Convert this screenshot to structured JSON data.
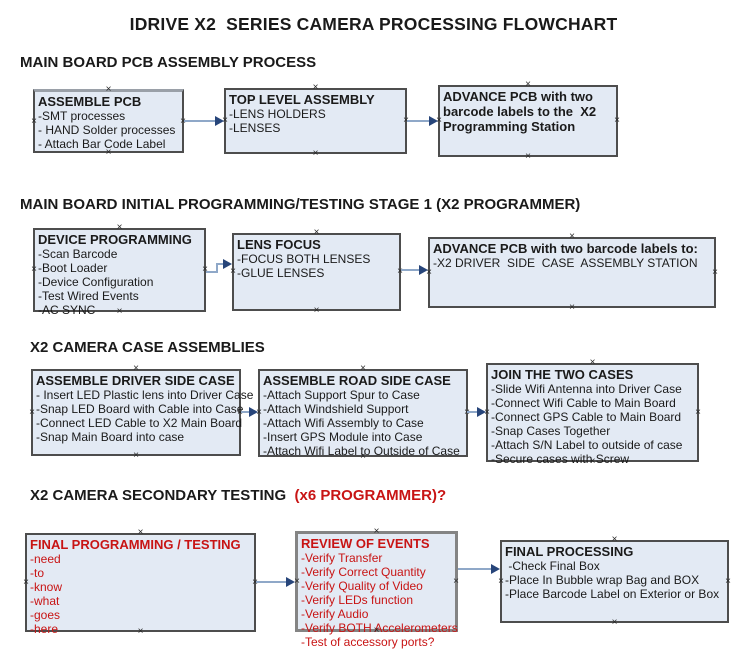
{
  "title": "IDRIVE X2  SERIES CAMERA PROCESSING FLOWCHART",
  "colors": {
    "box_fill": "#e3eaf4",
    "box_border": "#4d4d4d",
    "red": "#c81414",
    "arrow_line": "#8fa8c8",
    "arrow_head": "#27457a",
    "ink": "#1a1a1a"
  },
  "connection_point_glyph": "×",
  "sections": [
    {
      "header": "MAIN BOARD PCB ASSEMBLY PROCESS",
      "boxes": [
        {
          "title": "ASSEMBLE PCB",
          "items": [
            "-SMT processes",
            "- HAND Solder processes",
            "- Attach Bar Code Label"
          ]
        },
        {
          "title": "TOP LEVEL ASSEMBLY",
          "items": [
            "-LENS HOLDERS",
            "-LENSES"
          ]
        },
        {
          "title": "ADVANCE PCB with two barcode labels to the  X2 Programming Station",
          "items": []
        }
      ]
    },
    {
      "header": "MAIN BOARD INITIAL PROGRAMMING/TESTING STAGE 1 (X2 PROGRAMMER)",
      "boxes": [
        {
          "title": "DEVICE PROGRAMMING",
          "items": [
            "-Scan Barcode",
            "-Boot Loader",
            "-Device Configuration",
            "-Test Wired Events",
            "-AC SYNC"
          ]
        },
        {
          "title": "LENS FOCUS",
          "items": [
            "-FOCUS BOTH LENSES",
            "-GLUE LENSES"
          ]
        },
        {
          "title": "ADVANCE PCB with two barcode labels to:",
          "items": [
            "-X2 DRIVER  SIDE  CASE  ASSEMBLY STATION"
          ]
        }
      ]
    },
    {
      "header": "X2 CAMERA CASE ASSEMBLIES",
      "boxes": [
        {
          "title": "ASSEMBLE DRIVER SIDE CASE",
          "items": [
            "- Insert LED Plastic lens into Driver Case",
            "-Snap LED Board with Cable into Case",
            "-Connect LED Cable to X2 Main Board",
            "-Snap Main Board into case"
          ]
        },
        {
          "title": "ASSEMBLE ROAD SIDE CASE",
          "items": [
            "-Attach Support Spur to Case",
            "-Attach Windshield Support",
            "-Attach Wifi Assembly to Case",
            "-Insert GPS Module into Case",
            "-Attach Wifi Label to Outside of Case"
          ]
        },
        {
          "title": "JOIN THE TWO CASES",
          "items": [
            "-Slide Wifi Antenna into Driver Case",
            "-Connect Wifi Cable to Main Board",
            "-Connect GPS Cable to Main Board",
            "-Snap Cases Together",
            "-Attach S/N Label to outside of case",
            "-Secure cases with Screw"
          ]
        }
      ]
    },
    {
      "header": "X2 CAMERA SECONDARY TESTING ",
      "header_red": " (x6 PROGRAMMER)?",
      "boxes": [
        {
          "title": "FINAL PROGRAMMING / TESTING",
          "items": [
            "-need",
            "-to",
            "-know",
            "-what",
            "-goes",
            "-here"
          ]
        },
        {
          "title": "REVIEW OF EVENTS",
          "items": [
            "-Verify Transfer",
            "-Verify Correct Quantity",
            "-Verify Quality of Video",
            "-Verify LEDs function",
            "-Verify Audio",
            "-Verify BOTH Accelerometers",
            "-Test of accessory ports?"
          ]
        },
        {
          "title": "FINAL PROCESSING",
          "items": [
            " -Check Final Box",
            "-Place In Bubble wrap Bag and BOX",
            "-Place Barcode Label on Exterior or Box"
          ]
        }
      ]
    }
  ]
}
